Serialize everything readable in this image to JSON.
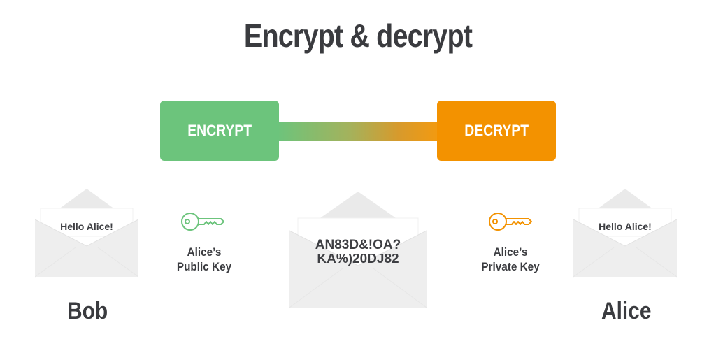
{
  "title": "Encrypt & decrypt",
  "encrypt_label": "ENCRYPT",
  "decrypt_label": "DECRYPT",
  "bob_envelope_text": "Hello Alice!",
  "alice_envelope_text": "Hello Alice!",
  "cipher_line1": "AN83D&!OA?",
  "cipher_line2": "KA%)20DJ82",
  "public_key_label": [
    "Alice’s",
    "Public Key"
  ],
  "private_key_label": [
    "Alice’s",
    "Private Key"
  ],
  "sender_name": "Bob",
  "receiver_name": "Alice",
  "colors": {
    "encrypt": "#6cc47c",
    "decrypt": "#f39200",
    "envelope": "#eeeeee",
    "text": "#3b3c40"
  },
  "icons": [
    "public-key-icon",
    "private-key-icon",
    "envelope-icon"
  ]
}
